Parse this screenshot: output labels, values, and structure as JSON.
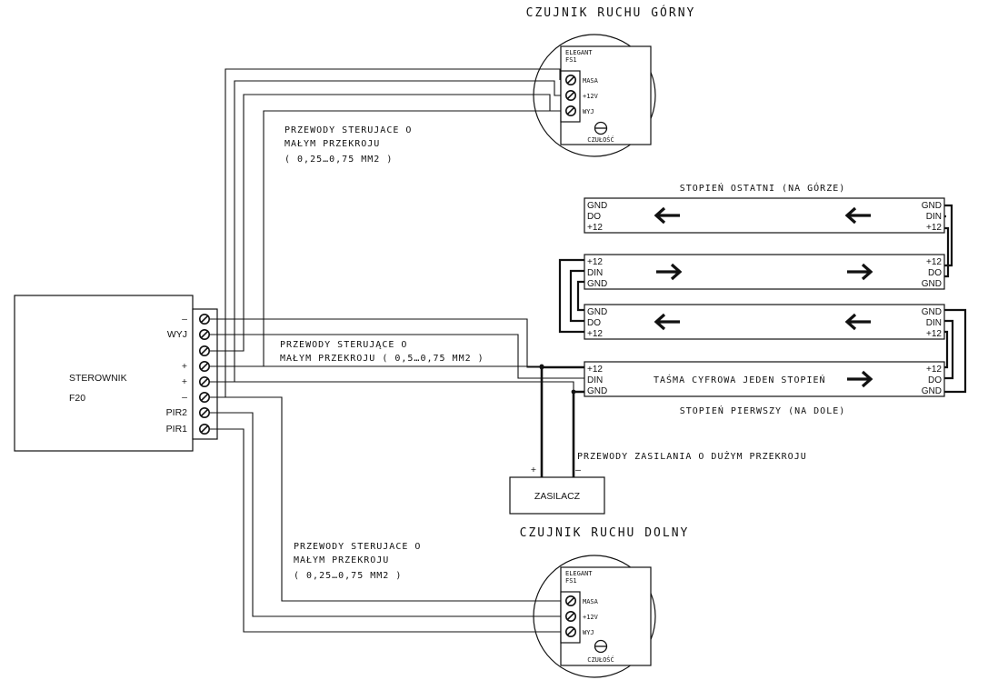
{
  "sensor_top": {
    "title": "CZUJNIK RUCHU GÓRNY",
    "model_line1": "ELEGANT",
    "model_line2": "FS1",
    "terminals": [
      "MASA",
      "+12V",
      "WYJ"
    ],
    "sensitivity": "CZUŁOŚĆ"
  },
  "sensor_bottom": {
    "title": "CZUJNIK RUCHU DOLNY",
    "model_line1": "ELEGANT",
    "model_line2": "FS1",
    "terminals": [
      "MASA",
      "+12V",
      "WYJ"
    ],
    "sensitivity": "CZUŁOŚĆ"
  },
  "note_top": [
    "PRZEWODY STERUJACE O",
    "MAŁYM PRZEKROJU",
    "( 0,25…0,75 MM2 )"
  ],
  "note_middle": [
    "PRZEWODY STERUJĄCE O",
    "MAŁYM PRZEKROJU ( 0,5…0,75 MM2 )"
  ],
  "note_bottom": [
    "PRZEWODY STERUJACE O",
    "MAŁYM PRZEKROJU",
    "( 0,25…0,75 MM2 )"
  ],
  "note_power": "PRZEWODY ZASILANIA O DUŻYM PRZEKROJU",
  "controller": {
    "name_line1": "STEROWNIK",
    "name_line2": "F20",
    "pins": [
      "–",
      "WYJ",
      "",
      "+",
      "+",
      "–",
      "PIR2",
      "PIR1"
    ]
  },
  "power_supply": {
    "label": "ZASILACZ",
    "plus": "+",
    "minus": "–"
  },
  "strips": {
    "last_step_label": "STOPIEŃ OSTATNI (NA GÓRZE)",
    "first_step_label": "STOPIEŃ PIERWSZY (NA DOLE)",
    "strip_name": "TAŚMA CYFROWA JEDEN STOPIEŃ",
    "rows": [
      {
        "left": [
          "GND",
          "DO",
          "+12"
        ],
        "right": [
          "GND",
          "DIN",
          "+12"
        ],
        "direction": "left"
      },
      {
        "left": [
          "+12",
          "DIN",
          "GND"
        ],
        "right": [
          "+12",
          "DO",
          "GND"
        ],
        "direction": "right"
      },
      {
        "left": [
          "GND",
          "DO",
          "+12"
        ],
        "right": [
          "GND",
          "DIN",
          "+12"
        ],
        "direction": "left"
      },
      {
        "left": [
          "+12",
          "DIN",
          "GND"
        ],
        "right": [
          "+12",
          "DO",
          "GND"
        ],
        "direction": "right"
      }
    ]
  }
}
